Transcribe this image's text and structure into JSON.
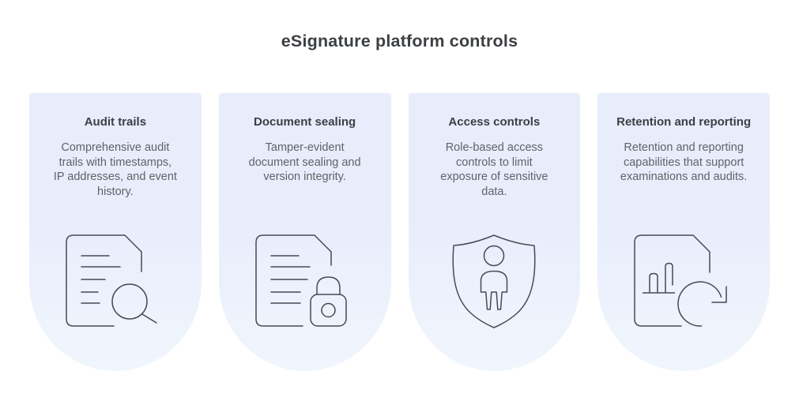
{
  "page": {
    "title": "eSignature platform controls"
  },
  "colors": {
    "page_bg": "#ffffff",
    "card_top": "#e7edfb",
    "card_bottom": "#f1f6fd",
    "icon_stroke": "#454b55",
    "title_color": "#3c4043",
    "body_color": "#5f6368"
  },
  "cards": [
    {
      "title": "Audit trails",
      "description": "Comprehensive audit trails with timestamps, IP addresses, and event history.",
      "icon": "document-search-icon"
    },
    {
      "title": "Document sealing",
      "description": "Tamper-evident document sealing and version integrity.",
      "icon": "document-lock-icon"
    },
    {
      "title": "Access controls",
      "description": "Role-based access controls to limit exposure of sensitive data.",
      "icon": "shield-user-icon"
    },
    {
      "title": "Retention and reporting",
      "description": "Retention and reporting capabilities that support examinations and audits.",
      "icon": "document-chart-refresh-icon"
    }
  ]
}
